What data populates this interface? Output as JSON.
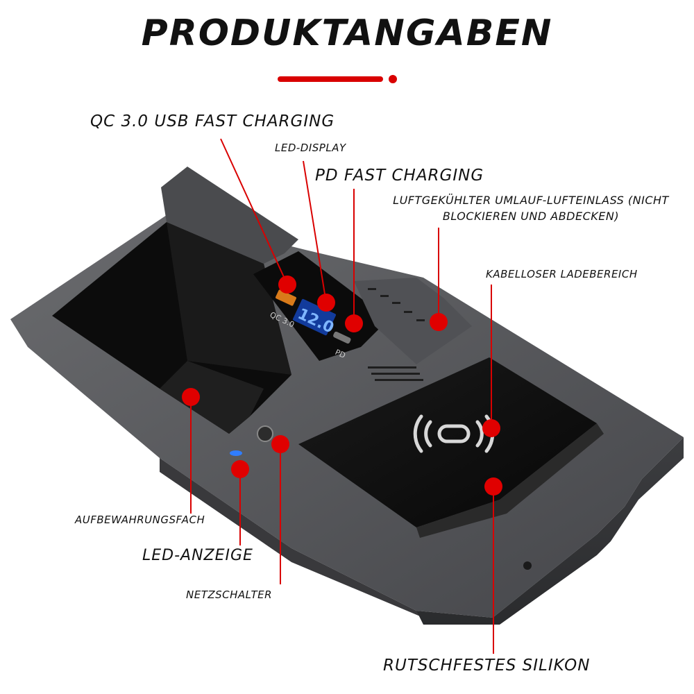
{
  "header": {
    "title": "PRODUKTANGABEN"
  },
  "callouts": {
    "qc_usb": "QC 3.0 USB FAST CHARGING",
    "led_display": "LED-DISPLAY",
    "pd_charging": "PD FAST CHARGING",
    "air_intake_line1": "LUFTGEKÜHLTER UMLAUF-LUFTEINLASS (NICHT",
    "air_intake_line2": "BLOCKIEREN UND ABDECKEN)",
    "wireless_area": "KABELLOSER LADEBEREICH",
    "storage": "AUFBEWAHRUNGSFACH",
    "led_indicator": "LED-ANZEIGE",
    "power_switch": "NETZSCHALTER",
    "silicone": "RUTSCHFESTES SILIKON"
  },
  "device": {
    "qc_port_label": "QC 3.0",
    "display_value": "12.0",
    "pd_port_label": "PD"
  },
  "colors": {
    "accent_red": "#d90000",
    "marker_red": "#e00000",
    "body_gray": "#5f6063",
    "tray_black": "#111111",
    "display_blue": "#1e5bff",
    "led_blue": "#2f7dff"
  }
}
